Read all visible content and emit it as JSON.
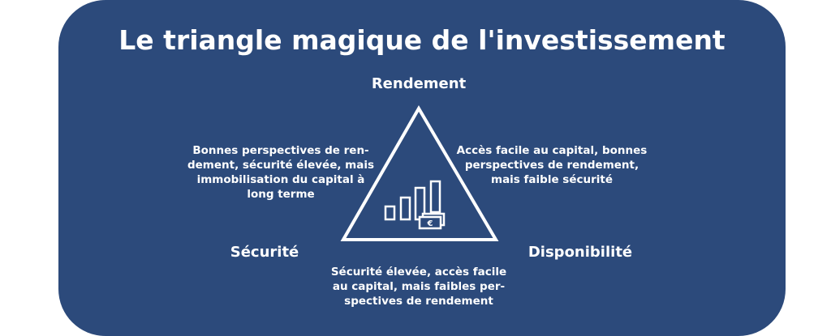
{
  "title": "Le triangle magique de l'investissement",
  "corners": {
    "top": "Rendement",
    "left": "Sécurité",
    "right": "Disponibilité"
  },
  "descriptions": {
    "left": [
      "Bonnes perspectives de ren-",
      "dement, sécurité élevée, mais",
      "immobilisation du capital à",
      "long terme"
    ],
    "right": [
      "Accès facile au capital, bonnes",
      "perspectives de rendement,",
      "mais faible sécurité"
    ],
    "bottom": [
      "Sécurité élevée, accès facile",
      "au capital, mais faibles per-",
      "spectives de rendement"
    ]
  },
  "icon": {
    "currency_symbol": "€"
  },
  "colors": {
    "background": "#2c4a7b",
    "foreground": "#ffffff"
  }
}
